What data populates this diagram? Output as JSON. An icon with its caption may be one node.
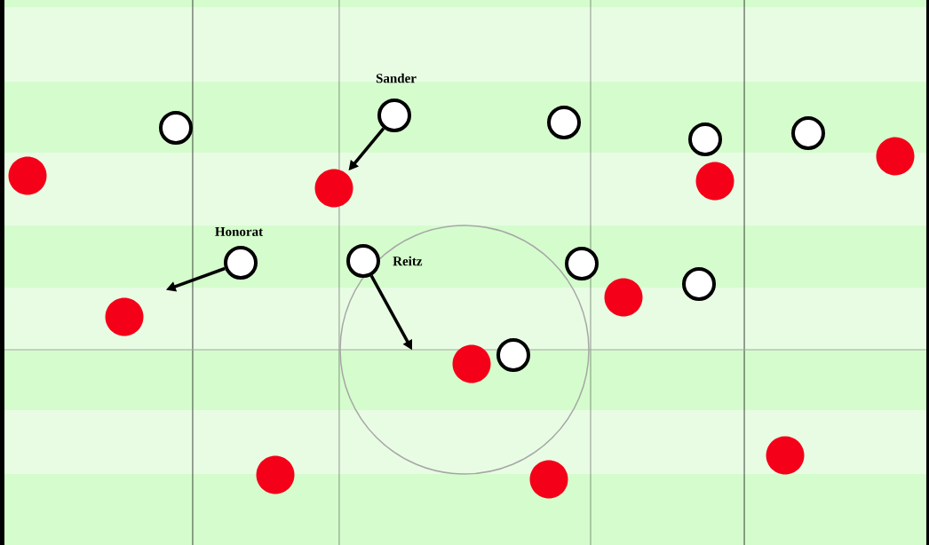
{
  "diagram": {
    "nodes": [
      {
        "text": [],
        "shape": "circle",
        "beside": [
          "Sander"
        ]
      },
      {
        "text": [],
        "shape": "circle"
      },
      {
        "text": [],
        "shape": "circle"
      },
      {
        "text": [],
        "shape": "circle"
      },
      {
        "text": [],
        "shape": "circle"
      },
      {
        "text": [],
        "shape": "circle"
      },
      {
        "text": [],
        "shape": "circle"
      },
      {
        "text": [],
        "shape": "circle"
      },
      {
        "text": [],
        "shape": "circle"
      },
      {
        "text": [],
        "shape": "circle",
        "beside": [
          "Reitz"
        ]
      },
      {
        "text": [],
        "shape": "circle",
        "beside": [
          "Honorat"
        ]
      },
      {
        "text": [],
        "shape": "circle"
      },
      {
        "text": [],
        "shape": "circle"
      },
      {
        "text": [],
        "shape": "circle"
      },
      {
        "text": [],
        "shape": "circle"
      },
      {
        "text": [],
        "shape": "circle"
      },
      {
        "text": [],
        "shape": "circle"
      },
      {
        "text": [],
        "shape": "circle"
      },
      {
        "text": [],
        "shape": "circle"
      },
      {
        "text": [],
        "shape": "circle"
      }
    ],
    "edges": [
      {
        "from": 0,
        "to": 8,
        "arrow": "to"
      },
      {
        "from": 10,
        "to": null,
        "arrow": "to"
      },
      {
        "from": 9,
        "to": null,
        "arrow": "to"
      }
    ]
  }
}
